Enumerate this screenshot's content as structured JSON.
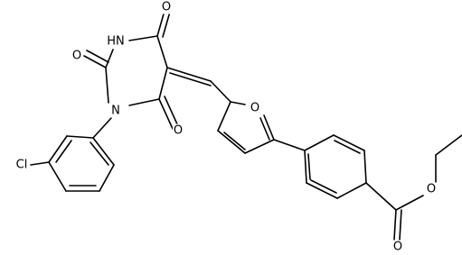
{
  "molecule": {
    "atoms": [
      {
        "id": "O_top",
        "label": "O"
      },
      {
        "id": "NH",
        "label": "HN"
      },
      {
        "id": "O_left",
        "label": "O"
      },
      {
        "id": "N1",
        "label": "N"
      },
      {
        "id": "O_bot",
        "label": "O"
      },
      {
        "id": "O_furan",
        "label": "O"
      },
      {
        "id": "Cl",
        "label": "Cl"
      },
      {
        "id": "O_ester_carbonyl",
        "label": "O"
      },
      {
        "id": "O_ester_link",
        "label": "O"
      }
    ]
  },
  "colors": {
    "bond": "#000000",
    "label": "#000000",
    "background": "#ffffff"
  }
}
